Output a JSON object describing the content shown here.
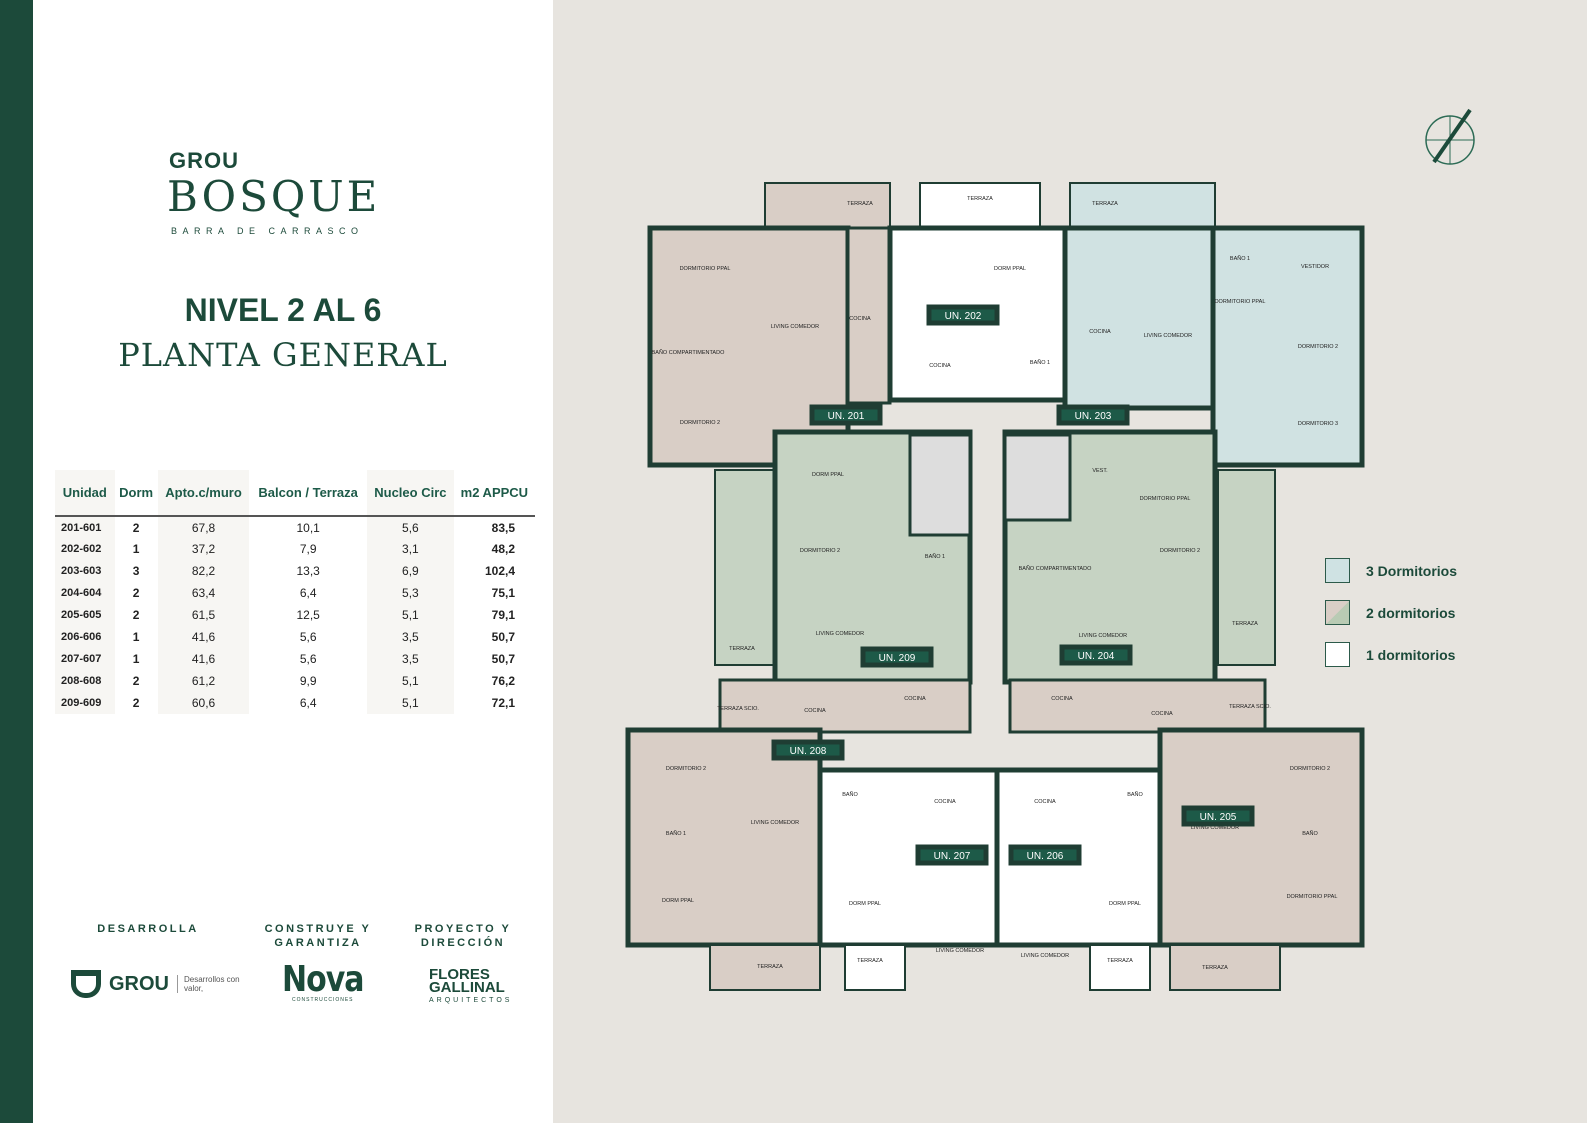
{
  "brand": {
    "small": "GROU",
    "name": "BOSQUE",
    "location": "BARRA DE CARRASCO"
  },
  "title": {
    "line1": "NIVEL 2 AL 6",
    "line2": "PLANTA GENERAL"
  },
  "table": {
    "headers": [
      "Unidad",
      "Dorm",
      "Apto.c/muro",
      "Balcon / Terraza",
      "Nucleo Circ",
      "m2 APPCU"
    ],
    "rows": [
      [
        "201-601",
        "2",
        "67,8",
        "10,1",
        "5,6",
        "83,5"
      ],
      [
        "202-602",
        "1",
        "37,2",
        "7,9",
        "3,1",
        "48,2"
      ],
      [
        "203-603",
        "3",
        "82,2",
        "13,3",
        "6,9",
        "102,4"
      ],
      [
        "204-604",
        "2",
        "63,4",
        "6,4",
        "5,3",
        "75,1"
      ],
      [
        "205-605",
        "2",
        "61,5",
        "12,5",
        "5,1",
        "79,1"
      ],
      [
        "206-606",
        "1",
        "41,6",
        "5,6",
        "3,5",
        "50,7"
      ],
      [
        "207-607",
        "1",
        "41,6",
        "5,6",
        "3,5",
        "50,7"
      ],
      [
        "208-608",
        "2",
        "61,2",
        "9,9",
        "5,1",
        "76,2"
      ],
      [
        "209-609",
        "2",
        "60,6",
        "6,4",
        "5,1",
        "72,1"
      ]
    ]
  },
  "credits": {
    "develops": "DESARROLLA",
    "builds": "CONSTRUYE Y GARANTIZA",
    "project": "PROYECTO Y DIRECCIÓN",
    "grou_logo": "GROU",
    "grou_tagline": "Desarrollos con valor,",
    "nova_logo": "Nova",
    "nova_sub": "CONSTRUCCIONES",
    "flores_logo": "FLORES GALLINAL",
    "flores_sub": "ARQUITECTOS"
  },
  "legend": [
    {
      "label": "3 Dormitorios",
      "color": "#cfe2e3"
    },
    {
      "label": "2 dormitorios",
      "color": "#c9d6c6"
    },
    {
      "label": "1 dormitorios",
      "color": "#ffffff"
    }
  ],
  "compass": "N",
  "colors": {
    "wall": "#1f3d33",
    "beige": "#d9cec6",
    "green": "#c6d3c3",
    "blue": "#d0e2e2",
    "white": "#ffffff",
    "badge": "#1d5a48"
  },
  "plan": {
    "units": [
      "UN. 201",
      "UN. 202",
      "UN. 203",
      "UN. 209",
      "UN. 204",
      "UN. 208",
      "UN. 207",
      "UN. 206",
      "UN. 205"
    ],
    "rooms": [
      "TERRAZA",
      "TERRAZA",
      "TERRAZA",
      "DORMITORIO PPAL",
      "LIVING COMEDOR",
      "COCINA",
      "BAÑO COMPARTIMENTADO",
      "DORMITORIO 2",
      "DORM PPAL",
      "COCINA",
      "BAÑO 1",
      "COCINA",
      "LIVING COMEDOR",
      "BAÑO 1",
      "DORMITORIO PPAL",
      "VESTIDOR",
      "DORMITORIO 2",
      "DORMITORIO 3",
      "DORM PPAL",
      "DORMITORIO 2",
      "BAÑO 1",
      "LIVING COMEDOR",
      "COCINA",
      "TERRAZA",
      "VEST.",
      "DORMITORIO PPAL",
      "DORMITORIO 2",
      "BAÑO COMPARTIMENTADO",
      "LIVING COMEDOR",
      "COCINA",
      "TERRAZA",
      "TERRAZA SCIO.",
      "COCINA",
      "TERRAZA SCIO.",
      "COCINA",
      "DORMITORIO 2",
      "BAÑO 1",
      "LIVING COMEDOR",
      "DORM PPAL",
      "TERRAZA",
      "COCINA",
      "BAÑO",
      "DORM PPAL",
      "LIVING COMEDOR",
      "TERRAZA",
      "COCINA",
      "BAÑO",
      "DORM PPAL",
      "LIVING COMEDOR",
      "TERRAZA",
      "DORMITORIO 2",
      "BAÑO",
      "LIVING COMEDOR",
      "DORMITORIO PPAL",
      "TERRAZA"
    ]
  }
}
